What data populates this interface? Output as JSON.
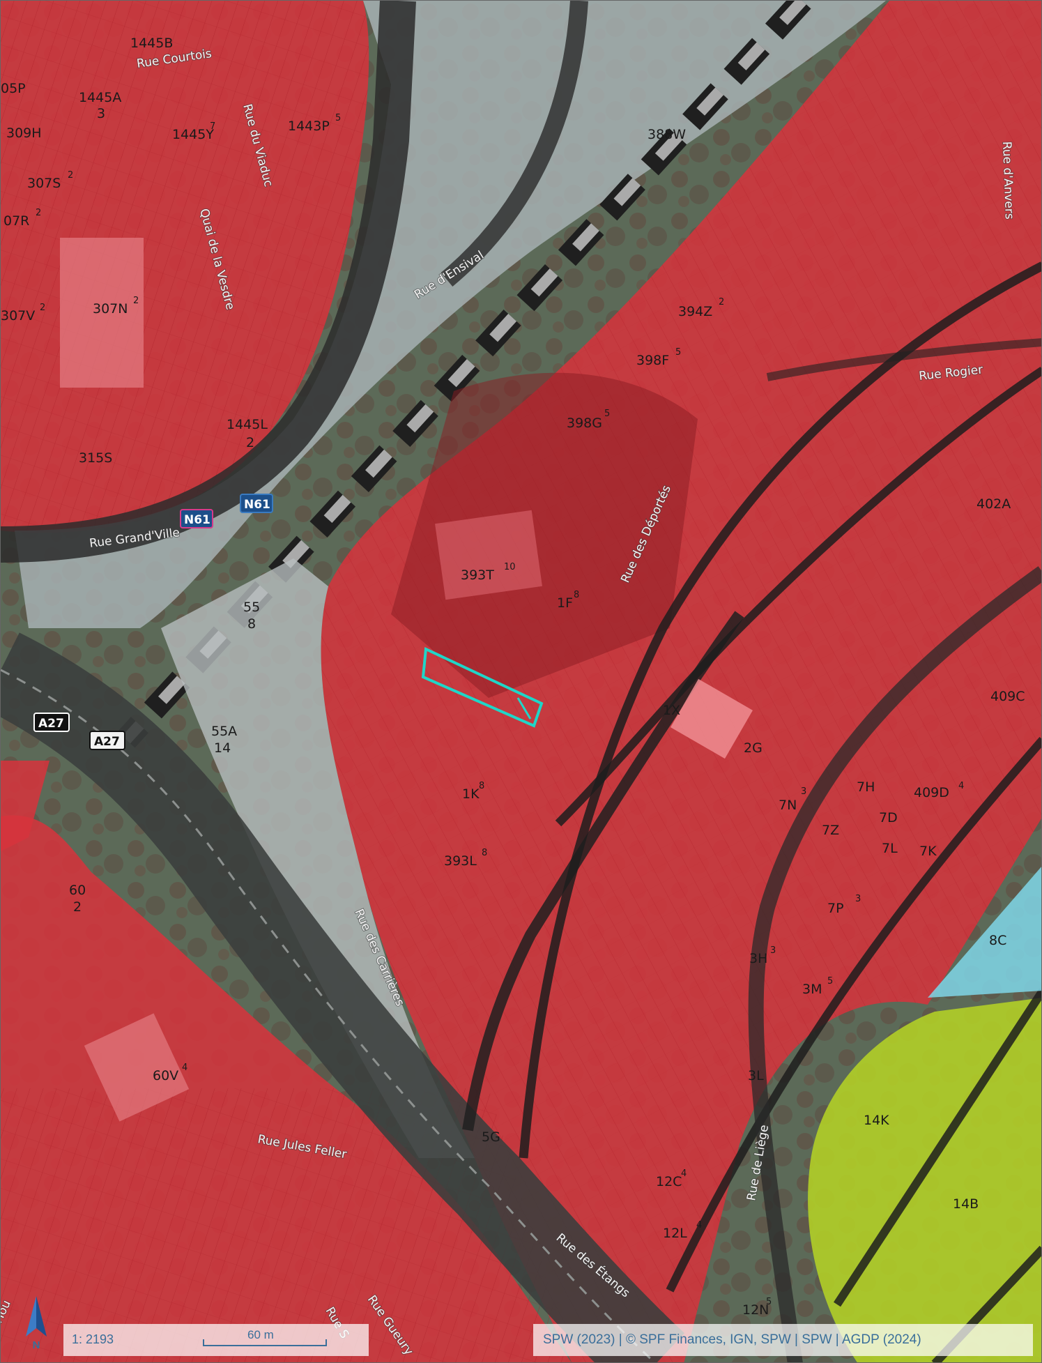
{
  "map": {
    "colors": {
      "zone_residential": "#d6333c",
      "zone_green": "#b4d226",
      "zone_water": "#7fd6e8",
      "road_overlay": "#2a2a2a",
      "rail_corridor": "#9aa3a8",
      "selected_parcel": "#1fd6c8"
    },
    "parcel_labels": [
      {
        "id": "p1",
        "text": "1445B"
      },
      {
        "id": "p2",
        "text": "1445A"
      },
      {
        "id": "p3",
        "text": "3"
      },
      {
        "id": "p4",
        "text": "1445Y"
      },
      {
        "id": "p5",
        "text": "1443P"
      },
      {
        "id": "p6",
        "text": "05P"
      },
      {
        "id": "p7",
        "text": "309H"
      },
      {
        "id": "p8",
        "text": "307S"
      },
      {
        "id": "p9",
        "text": "07R"
      },
      {
        "id": "p10",
        "text": "307N"
      },
      {
        "id": "p11",
        "text": "307V"
      },
      {
        "id": "p12",
        "text": "1445L"
      },
      {
        "id": "p13",
        "text": "2"
      },
      {
        "id": "p14",
        "text": "315S"
      },
      {
        "id": "p15",
        "text": "388W"
      },
      {
        "id": "p16",
        "text": "394Z"
      },
      {
        "id": "p17",
        "text": "398F"
      },
      {
        "id": "p18",
        "text": "398G"
      },
      {
        "id": "p19",
        "text": "393T"
      },
      {
        "id": "p20",
        "text": "1F"
      },
      {
        "id": "p21",
        "text": "55"
      },
      {
        "id": "p22",
        "text": "8"
      },
      {
        "id": "p23",
        "text": "55A"
      },
      {
        "id": "p24",
        "text": "14"
      },
      {
        "id": "p25",
        "text": "1K"
      },
      {
        "id": "p26",
        "text": "393L"
      },
      {
        "id": "p27",
        "text": "1X"
      },
      {
        "id": "p28",
        "text": "2G"
      },
      {
        "id": "p29",
        "text": "402A"
      },
      {
        "id": "p30",
        "text": "409C"
      },
      {
        "id": "p31",
        "text": "409D"
      },
      {
        "id": "p32",
        "text": "7N"
      },
      {
        "id": "p33",
        "text": "7H"
      },
      {
        "id": "p34",
        "text": "7Z"
      },
      {
        "id": "p35",
        "text": "7D"
      },
      {
        "id": "p36",
        "text": "7L"
      },
      {
        "id": "p37",
        "text": "7K"
      },
      {
        "id": "p38",
        "text": "7P"
      },
      {
        "id": "p39",
        "text": "3H"
      },
      {
        "id": "p40",
        "text": "3M"
      },
      {
        "id": "p41",
        "text": "8C"
      },
      {
        "id": "p42",
        "text": "3L"
      },
      {
        "id": "p43",
        "text": "14K"
      },
      {
        "id": "p44",
        "text": "14B"
      },
      {
        "id": "p45",
        "text": "60"
      },
      {
        "id": "p46",
        "text": "2"
      },
      {
        "id": "p47",
        "text": "60V"
      },
      {
        "id": "p48",
        "text": "5G"
      },
      {
        "id": "p49",
        "text": "12C"
      },
      {
        "id": "p50",
        "text": "12L"
      },
      {
        "id": "p51",
        "text": "12N"
      }
    ],
    "superscripts": [
      {
        "id": "s1",
        "text": "7"
      },
      {
        "id": "s2",
        "text": "5"
      },
      {
        "id": "s3",
        "text": "2"
      },
      {
        "id": "s4",
        "text": "2"
      },
      {
        "id": "s5",
        "text": "2"
      },
      {
        "id": "s6",
        "text": "2"
      },
      {
        "id": "s7",
        "text": "2"
      },
      {
        "id": "s8",
        "text": "5"
      },
      {
        "id": "s9",
        "text": "5"
      },
      {
        "id": "s10",
        "text": "10"
      },
      {
        "id": "s11",
        "text": "8"
      },
      {
        "id": "s12",
        "text": "8"
      },
      {
        "id": "s13",
        "text": "8"
      },
      {
        "id": "s14",
        "text": "4"
      },
      {
        "id": "s15",
        "text": "4"
      },
      {
        "id": "s16",
        "text": "3"
      },
      {
        "id": "s17",
        "text": "3"
      },
      {
        "id": "s18",
        "text": "3"
      },
      {
        "id": "s19",
        "text": "5"
      },
      {
        "id": "s20",
        "text": "4"
      },
      {
        "id": "s21",
        "text": "4"
      },
      {
        "id": "s22",
        "text": "5"
      }
    ],
    "streets": [
      {
        "id": "st1",
        "text": "Rue Courtois"
      },
      {
        "id": "st2",
        "text": "Rue du Viaduc"
      },
      {
        "id": "st3",
        "text": "Quai de la Vesdre"
      },
      {
        "id": "st4",
        "text": "Rue d'Ensival"
      },
      {
        "id": "st5",
        "text": "Rue d'Anvers"
      },
      {
        "id": "st6",
        "text": "Rue Rogier"
      },
      {
        "id": "st7",
        "text": "Rue des Déportés"
      },
      {
        "id": "st8",
        "text": "Rue Grand'Ville"
      },
      {
        "id": "st9",
        "text": "Rue des Carrières"
      },
      {
        "id": "st10",
        "text": "Rue Jules Feller"
      },
      {
        "id": "st11",
        "text": "Rue Gueury"
      },
      {
        "id": "st12",
        "text": "Rue des Étangs"
      },
      {
        "id": "st13",
        "text": "Rue de Liège"
      },
      {
        "id": "st14",
        "text": "Hou"
      },
      {
        "id": "st15",
        "text": "Rue S"
      }
    ],
    "road_shields": [
      {
        "id": "r1",
        "text": "N61"
      },
      {
        "id": "r2",
        "text": "N61"
      },
      {
        "id": "r3",
        "text": "A27"
      },
      {
        "id": "r4",
        "text": "A27"
      }
    ]
  },
  "scale": {
    "ratio": "1: 2193",
    "bar_length": "60 m"
  },
  "attribution": "SPW (2023) | © SPF Finances, IGN, SPW | SPW | AGDP (2024)",
  "north_arrow": {
    "label": "N"
  }
}
